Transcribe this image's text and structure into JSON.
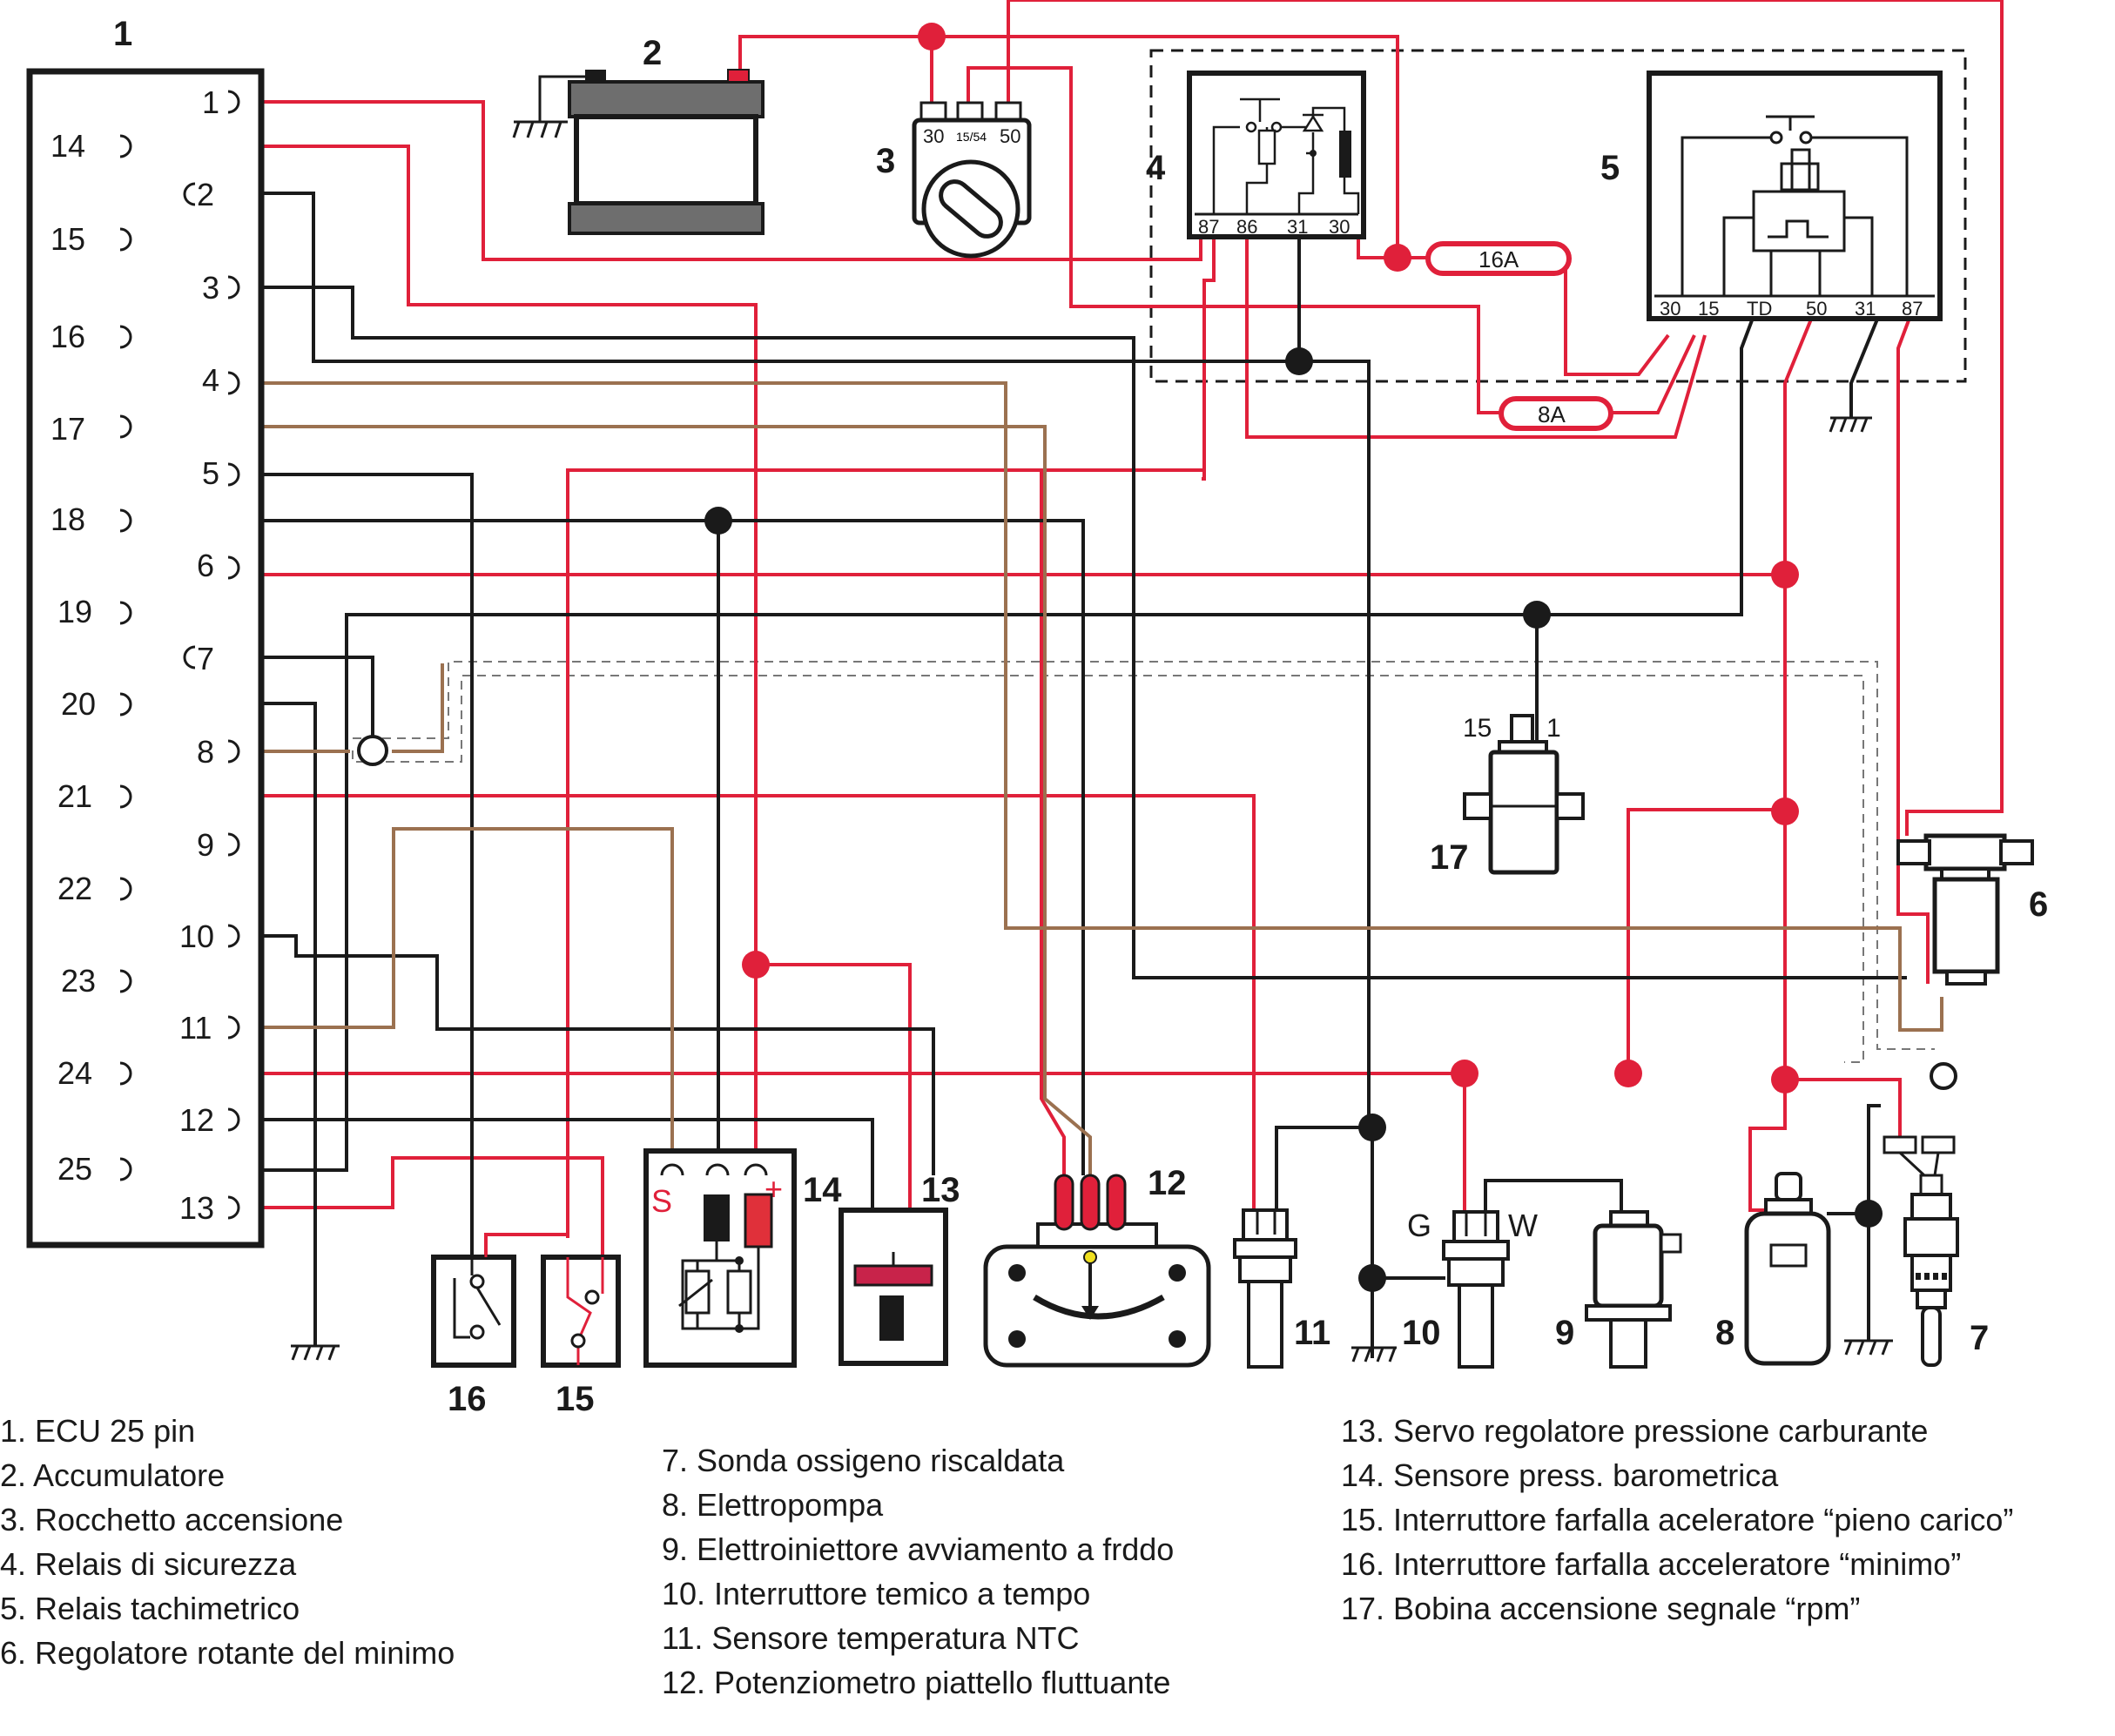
{
  "components": {
    "ecu": {
      "label": "1",
      "pins_left": [
        "14",
        "15",
        "16",
        "17",
        "18",
        "19",
        "20",
        "21",
        "22",
        "23",
        "24",
        "25"
      ],
      "pins_right": [
        "1",
        "2",
        "3",
        "4",
        "5",
        "6",
        "7",
        "8",
        "9",
        "10",
        "11",
        "12",
        "13"
      ]
    },
    "battery": {
      "label": "2"
    },
    "ignition_switch": {
      "label": "3",
      "terminals": [
        "30",
        "15/54",
        "50"
      ]
    },
    "safety_relay": {
      "label": "4",
      "terminals": [
        "87",
        "86",
        "31",
        "30"
      ]
    },
    "tach_relay": {
      "label": "5",
      "terminals": [
        "30",
        "15",
        "TD",
        "50",
        "31",
        "87"
      ]
    },
    "idle_valve": {
      "label": "6"
    },
    "oxygen_sensor": {
      "label": "7"
    },
    "fuel_pump": {
      "label": "8"
    },
    "cold_start_injector": {
      "label": "9"
    },
    "thermo_time_switch": {
      "label": "10",
      "terminals": [
        "G",
        "W"
      ]
    },
    "ntc_sensor": {
      "label": "11"
    },
    "flap_potentiometer": {
      "label": "12"
    },
    "pressure_servo": {
      "label": "13"
    },
    "baro_sensor": {
      "label": "14",
      "terminals": [
        "S",
        "+"
      ]
    },
    "throttle_full_switch": {
      "label": "15"
    },
    "throttle_idle_switch": {
      "label": "16"
    },
    "ignition_coil": {
      "label": "17",
      "terminals": [
        "15",
        "1"
      ]
    }
  },
  "fuses": [
    "16A",
    "8A"
  ],
  "legend": {
    "col1": [
      "1. ECU 25 pin",
      "2. Accumulatore",
      "3. Rocchetto accensione",
      "4. Relais di sicurezza",
      "5. Relais tachimetrico",
      "6. Regolatore rotante del minimo"
    ],
    "col2": [
      "7. Sonda ossigeno riscaldata",
      "8. Elettropompa",
      "9. Elettroiniettore avviamento a frddo",
      "10. Interruttore temico a tempo",
      "11. Sensore temperatura NTC",
      "12. Potenziometro piattello fluttuante"
    ],
    "col3": [
      "13. Servo regolatore pressione carburante",
      "14. Sensore press. barometrica",
      "15. Interruttore farfalla  aceleratore “pieno carico”",
      "16. Interruttore farfalla  acceleratore “minimo”",
      "17. Bobina accensione segnale “rpm”"
    ]
  },
  "colors": {
    "power": "#e0203a",
    "ground": "#1a1a1a",
    "signal": "#9b7150"
  }
}
